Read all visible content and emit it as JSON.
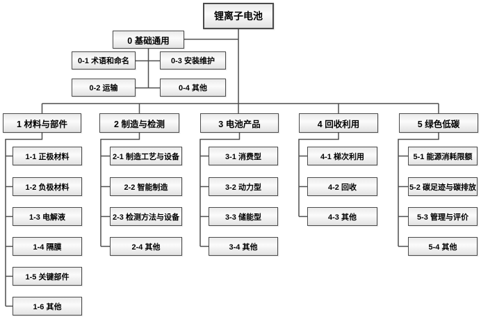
{
  "diagram": {
    "root": {
      "label": "锂离子电池"
    },
    "base": {
      "label": "0 基础通用",
      "children": [
        {
          "label": "0-1 术语和命名"
        },
        {
          "label": "0-3 安装维护"
        },
        {
          "label": "0-2 运输"
        },
        {
          "label": "0-4 其他"
        }
      ]
    },
    "branches": [
      {
        "label": "1 材料与部件",
        "children": [
          {
            "label": "1-1 正极材料"
          },
          {
            "label": "1-2 负极材料"
          },
          {
            "label": "1-3 电解液"
          },
          {
            "label": "1-4 隔膜"
          },
          {
            "label": "1-5 关键部件"
          },
          {
            "label": "1-6 其他"
          }
        ]
      },
      {
        "label": "2 制造与检测",
        "children": [
          {
            "label": "2-1 制造工艺与设备"
          },
          {
            "label": "2-2 智能制造"
          },
          {
            "label": "2-3 检测方法与设备"
          },
          {
            "label": "2-4 其他"
          }
        ]
      },
      {
        "label": "3 电池产品",
        "children": [
          {
            "label": "3-1 消费型"
          },
          {
            "label": "3-2 动力型"
          },
          {
            "label": "3-3 储能型"
          },
          {
            "label": "3-4 其他"
          }
        ]
      },
      {
        "label": "4 回收利用",
        "children": [
          {
            "label": "4-1 梯次利用"
          },
          {
            "label": "4-2 回收"
          },
          {
            "label": "4-3 其他"
          }
        ]
      },
      {
        "label": "5 绿色低碳",
        "children": [
          {
            "label": "5-1 能源消耗限额"
          },
          {
            "label": "5-2 碳足迹与碳排放"
          },
          {
            "label": "5-3 管理与评价"
          },
          {
            "label": "5-4 其他"
          }
        ]
      }
    ],
    "colors": {
      "box_border": "#4a4a4a",
      "box_fill_top": "#eaeaea",
      "box_fill_bottom": "#e2e2e2",
      "connector_line": "#4d4d4d",
      "text": "#000000",
      "background": "#ffffff"
    }
  }
}
